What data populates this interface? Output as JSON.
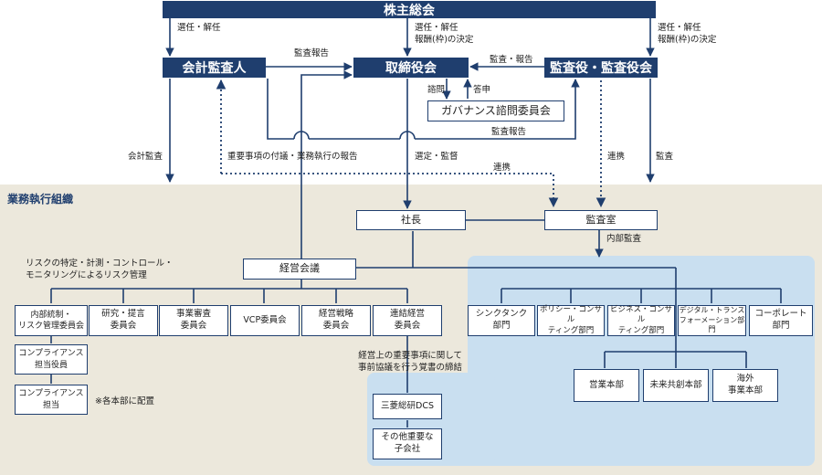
{
  "section_title": "業務執行組織",
  "top": {
    "shareholders": "株主総会",
    "accounting_auditor": "会計監査人",
    "board": "取締役会",
    "auditors": "監査役・監査役会",
    "governance_committee": "ガバナンス諮問委員会"
  },
  "labels": {
    "appoint_dismiss": "選任・解任",
    "appoint_dismiss_comp_left": "選任・解任\n報酬(枠)の決定",
    "appoint_dismiss_comp_right": "選任・解任\n報酬(枠)の決定",
    "audit_report_left": "監査報告",
    "audit_report_right": "監査・報告",
    "audit_report_bottom": "監査報告",
    "consult": "諮問",
    "reply": "答申",
    "accounting_audit": "会計監査",
    "important_matters": "重要事項の付議・業務執行の報告",
    "elect_supervise": "選定・監督",
    "cooperation_mid": "連携",
    "cooperation_right": "連携",
    "audit": "監査",
    "internal_audit": "内部監査",
    "risk_text": "リスクの特定・計測・コントロール・\nモニタリングによるリスク管理",
    "assigned_note": "※各本部に配置",
    "agreement_text": "経営上の重要事項に関して\n事前協議を行う覚書の締結"
  },
  "exec": {
    "president": "社長",
    "audit_office": "監査室",
    "management_meeting": "経営会議"
  },
  "committees": [
    "内部統制・\nリスク管理委員会",
    "研究・提言\n委員会",
    "事業審査\n委員会",
    "VCP委員会",
    "経営戦略\n委員会",
    "連結経営\n委員会"
  ],
  "compliance": {
    "officer": "コンプライアンス\n担当役員",
    "staff": "コンプライアンス\n担当"
  },
  "subsidiaries": {
    "dcs": "三菱総研DCS",
    "others": "その他重要な\n子会社"
  },
  "departments": [
    "シンクタンク\n部門",
    "ポリシー・コンサル\nティング部門",
    "ビジネス・コンサル\nティング部門",
    "デジタル・トランス\nフォーメーション部門",
    "コーポレート\n部門"
  ],
  "divisions": [
    "営業本部",
    "未来共創本部",
    "海外\n事業本部"
  ],
  "colors": {
    "navy": "#1f3e6e",
    "exec_background": "#ece8dc",
    "business_background": "#c9dff0"
  }
}
